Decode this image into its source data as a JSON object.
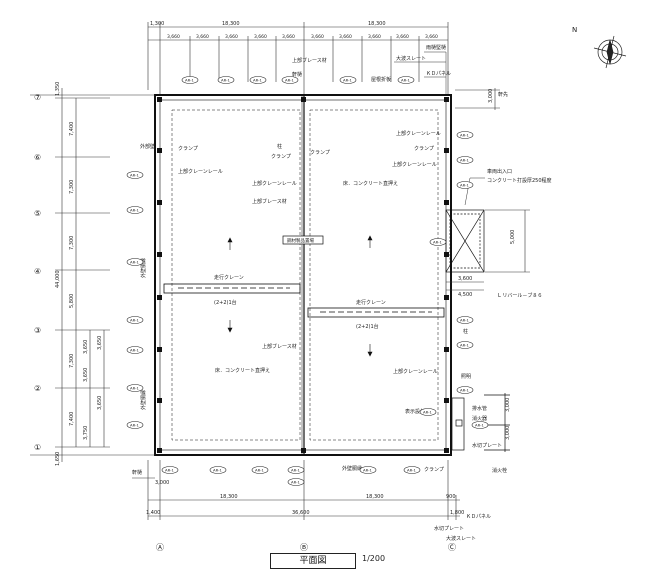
{
  "drawing": {
    "title": "平面図",
    "scale": "1/200"
  },
  "dims_top": {
    "bay_spans": [
      "18,300",
      "18,300"
    ],
    "edge_left": "1,300",
    "bays": [
      "3,660",
      "3,660",
      "3,660",
      "3,660",
      "3,660",
      "3,660",
      "3,660",
      "3,660",
      "3,660",
      "3,660"
    ]
  },
  "dims_bottom": {
    "bay_spans": [
      "18,300",
      "18,300"
    ],
    "total": "36,600",
    "edge_left": "1,400",
    "edge_right1": "900",
    "edge_right2": "1,800",
    "left_note": "3,000"
  },
  "dims_left": {
    "total": "44,000",
    "top_edge": "1,350",
    "bottom_edge": "1,650",
    "spans": [
      "7,400",
      "7,300",
      "7,300",
      "5,800",
      "7,300",
      "7,400"
    ],
    "sub_a": [
      "3,650",
      "3,650",
      "3,650"
    ],
    "sub_b": [
      "3,750",
      "3,650"
    ]
  },
  "dims_right": {
    "top": "3,000",
    "door_w1": "3,600",
    "door_w2": "4,500",
    "door_h": "5,000",
    "bot1": "3,000",
    "bot2": "3,000"
  },
  "grid": {
    "rows": [
      "⑦",
      "⑥",
      "⑤",
      "④",
      "③",
      "②",
      "①"
    ],
    "cols": [
      "Ⓐ",
      "Ⓑ",
      "Ⓒ"
    ]
  },
  "labels": {
    "roof_slate": "大波スレート",
    "rain_gutter": "雨樋堅樋",
    "kd_panel": "ＫＤパネル",
    "upper_brace": "上部ブレース材",
    "eaves_beam": "軒樋",
    "rafter_beam": "屋根折板",
    "clamp": "クランプ",
    "upper_crane_rail": "上部クレーンレール",
    "crane_rail": "上部クレーンレール",
    "floor_concrete": "床．コンクリート直押え",
    "gate_entry": "車両出入口",
    "concrete_thickness": "コンクリート打設厚250程度",
    "travel_crane": "走行クレーン",
    "crane_count": "(2+2)1台",
    "column_mark": "柱",
    "shutter": "L  リバール－ブ８６",
    "mid_structure": "鋼材製品置場",
    "side_wall": "外部壁",
    "indoor_lamp": "照明",
    "fire_hydrant": "消火栓",
    "pipe": "排水管",
    "fire_ext": "消火器",
    "wall_rail": "外壁胴縁",
    "eaves": "軒先",
    "bottom_plate": "水切プレート",
    "kd_panel_b": "ＫＤパネル",
    "slate_bottom": "大波スレート",
    "exit_sign": "表示設付き",
    "tag": "AR-1"
  },
  "palette": {
    "line": "#222222",
    "light": "#555555",
    "paper": "#ffffff"
  }
}
